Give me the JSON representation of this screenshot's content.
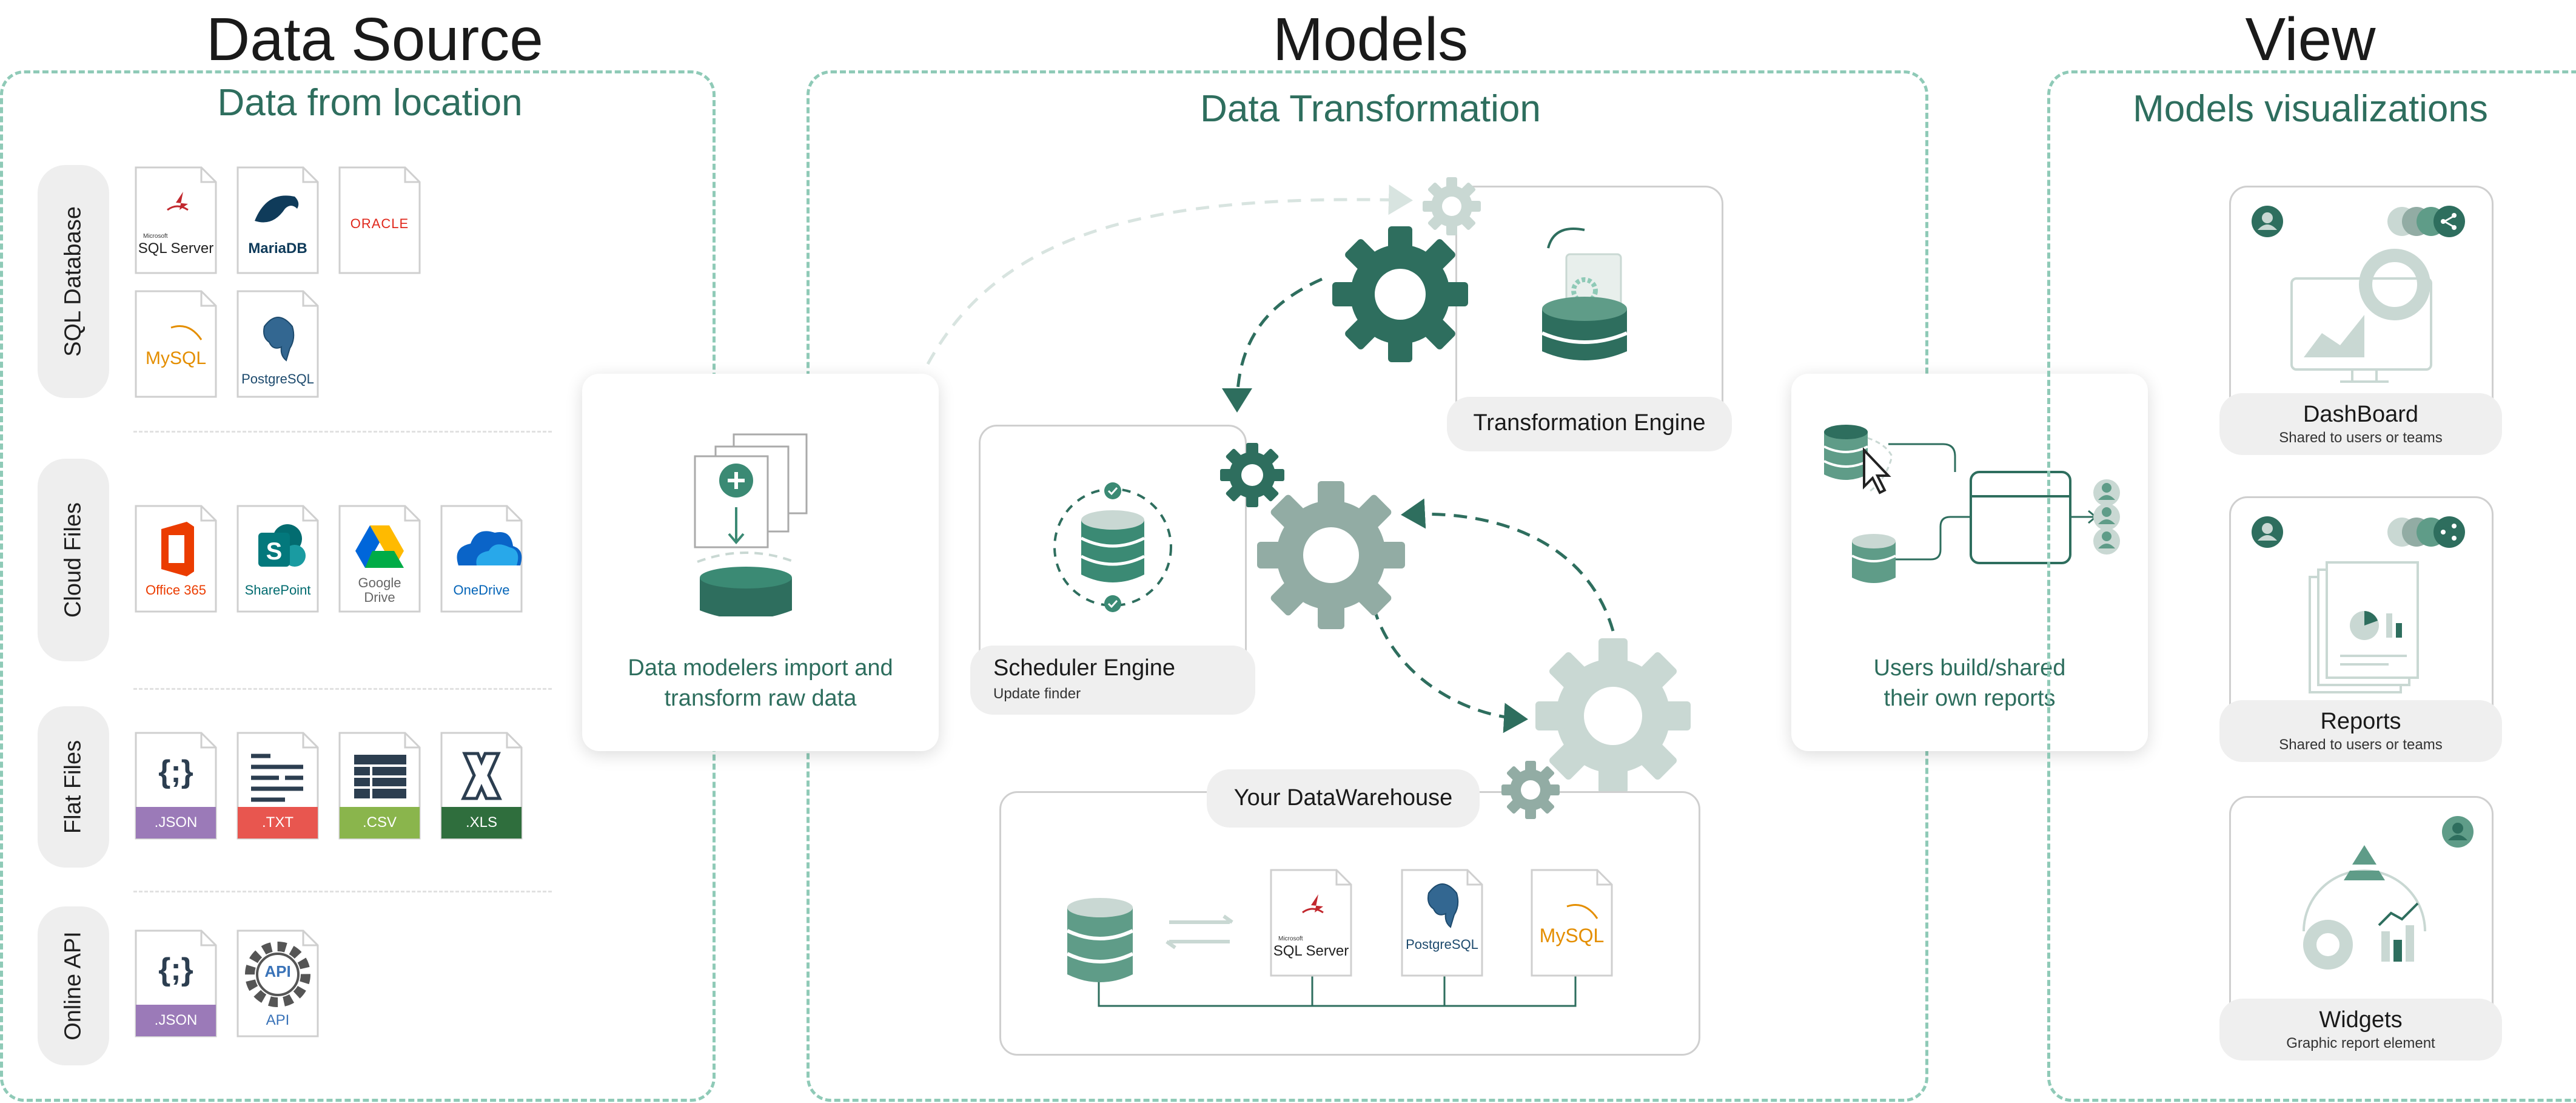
{
  "sections": {
    "data_source": {
      "title": "Data Source",
      "subtitle": "Data from location"
    },
    "models": {
      "title": "Models",
      "subtitle": "Data Transformation"
    },
    "view": {
      "title": "View",
      "subtitle": "Models visualizations"
    }
  },
  "categories": {
    "sql": "SQL Database",
    "cloud": "Cloud Files",
    "flat": "Flat Files",
    "api": "Online API"
  },
  "sources": {
    "sqlserver_small": "Microsoft",
    "sqlserver": "SQL Server",
    "mariadb": "MariaDB",
    "oracle": "ORACLE",
    "mysql": "MySQL",
    "postgres": "PostgreSQL",
    "office": "Office 365",
    "sharepoint": "SharePoint",
    "gdrive_1": "Google",
    "gdrive_2": "Drive",
    "onedrive": "OneDrive",
    "json": ".JSON",
    "txt": ".TXT",
    "csv": ".CSV",
    "xls": ".XLS",
    "api_json": ".JSON",
    "api": "API",
    "json_glyph": "{;}",
    "api_glyph": "API"
  },
  "import_card": {
    "line1": "Data modelers import and",
    "line2": "transform raw data"
  },
  "transformation_engine": "Transformation Engine",
  "scheduler": {
    "title": "Scheduler Engine",
    "subtitle": "Update finder"
  },
  "warehouse": {
    "title": "Your DataWarehouse",
    "sqlserver_small": "Microsoft",
    "sqlserver": "SQL Server",
    "postgres": "PostgreSQL",
    "mysql": "MySQL"
  },
  "users_card": {
    "line1": "Users build/shared",
    "line2": "their own reports"
  },
  "views": {
    "dashboard": {
      "title": "DashBoard",
      "subtitle": "Shared to users or teams"
    },
    "reports": {
      "title": "Reports",
      "subtitle": "Shared to users or teams"
    },
    "widgets": {
      "title": "Widgets",
      "subtitle": "Graphic report element"
    }
  },
  "colors": {
    "dark_green": "#2e6e5e",
    "mid_green": "#5f9c88",
    "light_green": "#8fcab7",
    "grey_gear": "#92aca4",
    "light_gear": "#c9d8d3",
    "json_purple": "#9b7ab8",
    "txt_red": "#e8564f",
    "csv_green": "#8ab54c",
    "xls_green": "#2f6e3d"
  }
}
